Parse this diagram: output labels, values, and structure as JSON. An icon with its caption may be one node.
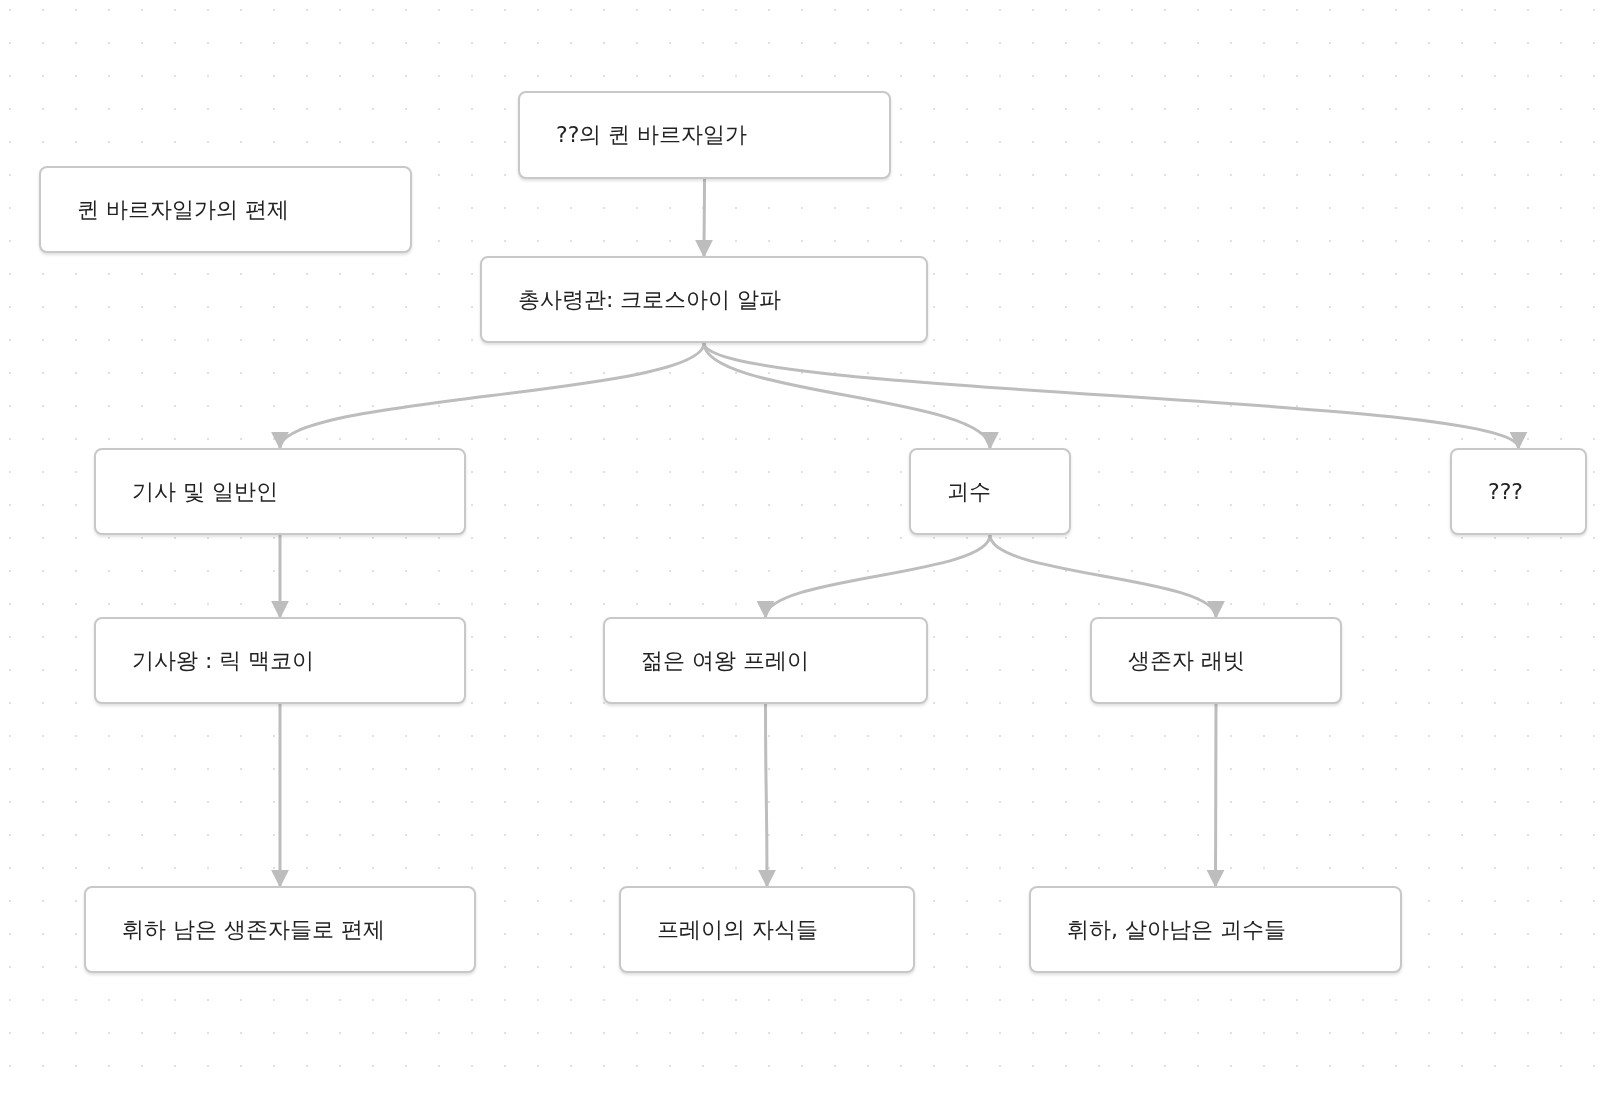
{
  "diagram": {
    "nodes": [
      {
        "text": [
          "퀸 바르자일가의 편제"
        ]
      },
      {
        "text": [
          "??의 퀸 바르자일가"
        ]
      },
      {
        "text": [
          "총사령관: 크로스아이 알파"
        ]
      },
      {
        "text": [
          "기사 및 일반인"
        ]
      },
      {
        "text": [
          "괴수"
        ]
      },
      {
        "text": [
          "???"
        ]
      },
      {
        "text": [
          "기사왕 : 릭 맥코이"
        ]
      },
      {
        "text": [
          "젊은 여왕 프레이"
        ]
      },
      {
        "text": [
          "생존자 래빗"
        ]
      },
      {
        "text": [
          "휘하 남은 생존자들로 편제"
        ]
      },
      {
        "text": [
          "프레이의 자식들"
        ]
      },
      {
        "text": [
          "휘하, 살아남은 괴수들"
        ]
      }
    ],
    "edges": [
      {
        "from": 1,
        "to": 2,
        "arrow": "to"
      },
      {
        "from": 2,
        "to": 3,
        "arrow": "to"
      },
      {
        "from": 2,
        "to": 4,
        "arrow": "to"
      },
      {
        "from": 2,
        "to": 5,
        "arrow": "to"
      },
      {
        "from": 3,
        "to": 6,
        "arrow": "to"
      },
      {
        "from": 4,
        "to": 7,
        "arrow": "to"
      },
      {
        "from": 4,
        "to": 8,
        "arrow": "to"
      },
      {
        "from": 6,
        "to": 9,
        "arrow": "to"
      },
      {
        "from": 7,
        "to": 10,
        "arrow": "to"
      },
      {
        "from": 8,
        "to": 11,
        "arrow": "to"
      }
    ]
  }
}
